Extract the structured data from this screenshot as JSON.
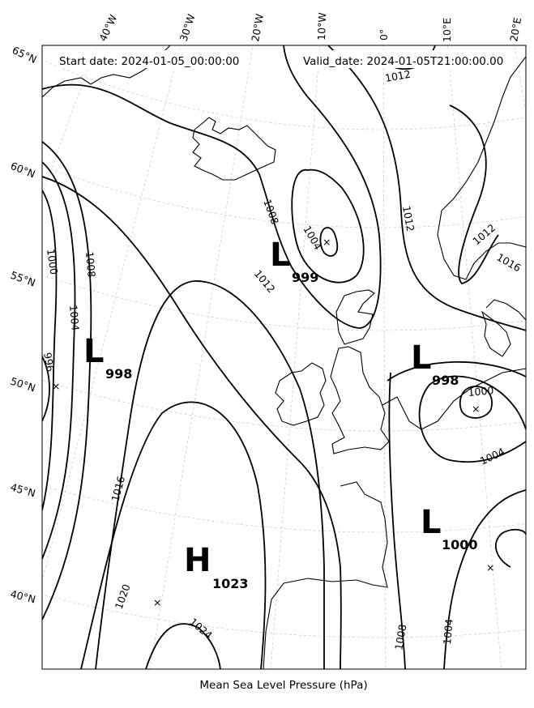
{
  "header": {
    "start_date": "Start date: 2024-01-05_00:00:00",
    "valid_date": "Valid_date: 2024-01-05T21:00:00.00"
  },
  "caption": "Mean Sea Level Pressure (hPa)",
  "longitude_labels": [
    "40°W",
    "30°W",
    "20°W",
    "10°W",
    "0°",
    "10°E",
    "20°E"
  ],
  "latitude_labels": [
    "65°N",
    "60°N",
    "55°N",
    "50°N",
    "45°N",
    "40°N"
  ],
  "contour_labels": [
    "1012",
    "1008",
    "1004",
    "1012",
    "1012",
    "1012",
    "1016",
    "1000",
    "1004",
    "1008",
    "996",
    "1016",
    "1020",
    "1024",
    "1000",
    "1004",
    "1008",
    "1004"
  ],
  "pressure_centers": [
    {
      "type": "L",
      "value": "999"
    },
    {
      "type": "L",
      "value": "998"
    },
    {
      "type": "L",
      "value": "998"
    },
    {
      "type": "L",
      "value": "1000"
    },
    {
      "type": "H",
      "value": "1023"
    }
  ],
  "center_marker": "×"
}
